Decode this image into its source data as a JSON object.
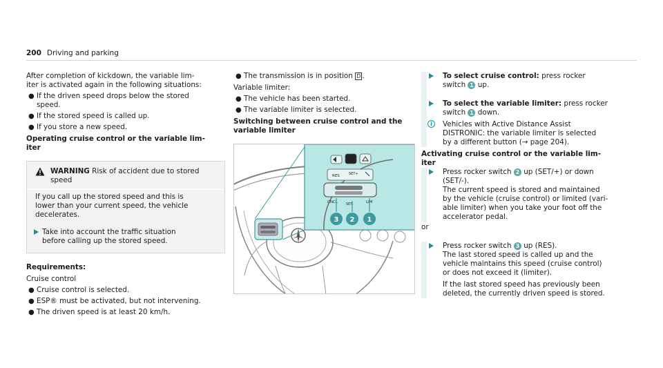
{
  "header": {
    "page_number": "200",
    "title": "Driving and parking"
  },
  "col1": {
    "intro": "After completion of kickdown, the variable limiter is activated again in the following situations:",
    "intro_l1": "After completion of kickdown, the variable lim-",
    "intro_l2": "iter is activated again in the following situations:",
    "kick_bullets": [
      [
        "If the driven speed drops below the stored",
        "speed."
      ],
      [
        "If the stored speed is called up."
      ],
      [
        "If you store a new speed."
      ]
    ],
    "op_head_l1": "Operating cruise control or the variable lim-",
    "op_head_l2": "iter",
    "warning": {
      "label": "WARNING",
      "text_l1": "Risk of accident due to stored",
      "text_l2": "speed",
      "body": [
        "If you call up the stored speed and this is",
        "lower than your current speed, the vehicle",
        "decelerates."
      ],
      "step": [
        "Take into account the traffic situation",
        "before calling up the stored speed."
      ]
    },
    "req_head": "Requirements:",
    "cruise_label": "Cruise control",
    "cruise_bullets": [
      "Cruise control is selected.",
      "ESP® must be activated, but not intervening.",
      "The driven speed is at least 20 km/h."
    ]
  },
  "col2": {
    "trans_text": "The transmission is in position",
    "trans_key": "D",
    "vl_label": "Variable limiter:",
    "vl_bullets": [
      "The vehicle has been started.",
      "The variable limiter is selected."
    ],
    "switch_head_l1": "Switching between cruise control and the",
    "switch_head_l2": "variable limiter",
    "figure": {
      "labels": {
        "res": "RES",
        "set_plus": "SET+",
        "cncl": "CNCL",
        "set_minus": "SET-",
        "lim": "LIM"
      },
      "callouts": [
        "3",
        "2",
        "1"
      ]
    }
  },
  "col3": {
    "sel_cruise": {
      "bold": "To select cruise control:",
      "rest_l1": "press rocker",
      "rest_l2a": "switch",
      "num": "1",
      "rest_l2b": "up."
    },
    "sel_limiter": {
      "bold": "To select the variable limiter:",
      "rest_l1": "press rocker",
      "rest_l2a": "switch",
      "num": "1",
      "rest_l2b": "down."
    },
    "note": [
      "Vehicles with Active Distance Assist",
      "DISTRONIC: the variable limiter is selected",
      "by a different button (→ page 204)."
    ],
    "act_head_l1": "Activating cruise control or the variable lim-",
    "act_head_l2": "iter",
    "act_step1": {
      "l1a": "Press rocker switch",
      "num": "2",
      "l1b": "up (SET/+) or down",
      "l2": "(SET/-).",
      "body": [
        "The current speed is stored and maintained",
        "by the vehicle (cruise control) or limited (vari-",
        "able limiter) when you take your foot off the",
        "accelerator pedal."
      ]
    },
    "or_label": "or",
    "act_step2": {
      "l1a": "Press rocker switch",
      "num": "3",
      "l1b": "up (RES).",
      "body": [
        "The last stored speed is called up and the",
        "vehicle maintains this speed (cruise control)",
        "or does not exceed it (limiter)."
      ],
      "body2": [
        "If the last stored speed has previously been",
        "deleted, the currently driven speed is stored."
      ]
    }
  }
}
